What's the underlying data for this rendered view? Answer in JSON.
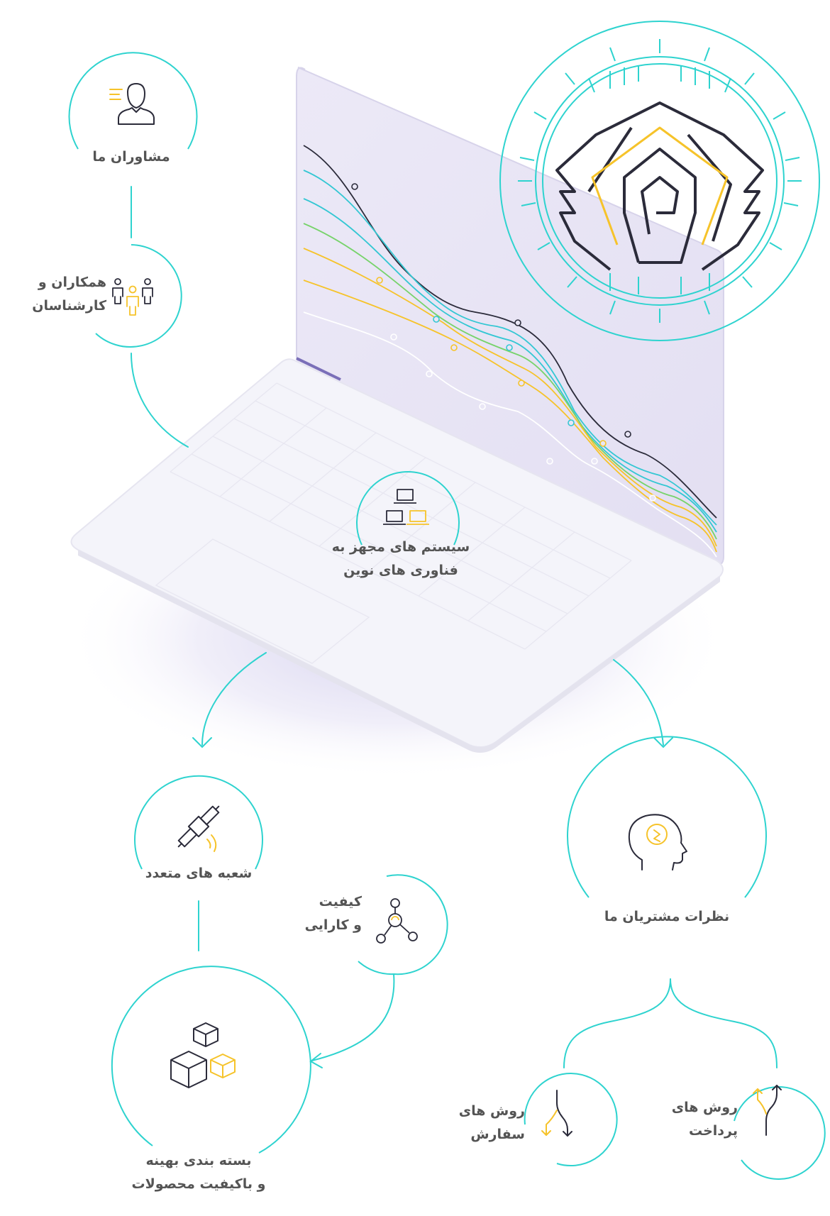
{
  "nodes": {
    "advisors": {
      "label": "مشاوران ما"
    },
    "colleagues": {
      "line1": "همکاران و",
      "line2": "کارشناسان"
    },
    "systems": {
      "line1": "سیستم های مجهز به",
      "line2": "فناوری های نوین"
    },
    "branches": {
      "label": "شعبه های متعدد"
    },
    "quality": {
      "line1": "کیفیت",
      "line2": "و کارایی"
    },
    "packaging": {
      "line1": "بسته بندی بهینه",
      "line2": "و باکیفیت محصولات"
    },
    "reviews": {
      "label": "نظرات مشتریان ما"
    },
    "ordering": {
      "line1": "روش های",
      "line2": "سفارش"
    },
    "payment": {
      "line1": "روش های",
      "line2": "پرداخت"
    }
  },
  "colors": {
    "teal": "#2ed3cf",
    "yellow": "#f6c32a",
    "dark": "#2b2b3a",
    "screen": "#e9e6f5",
    "laptop_body": "#f3f3f9",
    "green": "#77d36b",
    "curve_teal": "#33c7d3"
  },
  "icons": [
    "person-icon",
    "team-icon",
    "laptops-icon",
    "satellite-icon",
    "network-icon",
    "boxes-icon",
    "head-icon",
    "merge-arrows-icon",
    "split-arrows-icon",
    "maze-logo"
  ]
}
